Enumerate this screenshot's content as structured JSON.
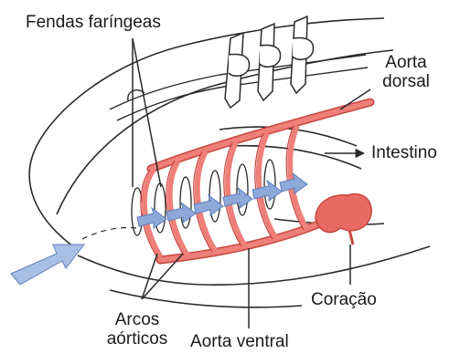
{
  "labels": {
    "fendas": "Fendas faríngeas",
    "aorta_dorsal_1": "Aorta",
    "aorta_dorsal_2": "dorsal",
    "intestino": "Intestino",
    "coracao": "Coração",
    "arcos_1": "Arcos",
    "arcos_2": "aórticos",
    "aorta_ventral": "Aorta ventral"
  },
  "colors": {
    "vessel": "#ee7f79",
    "vessel_dark": "#c8463f",
    "heart": "#e86a62",
    "flow_arrow": "#8ea9d9",
    "outline": "#2a2a2a"
  }
}
